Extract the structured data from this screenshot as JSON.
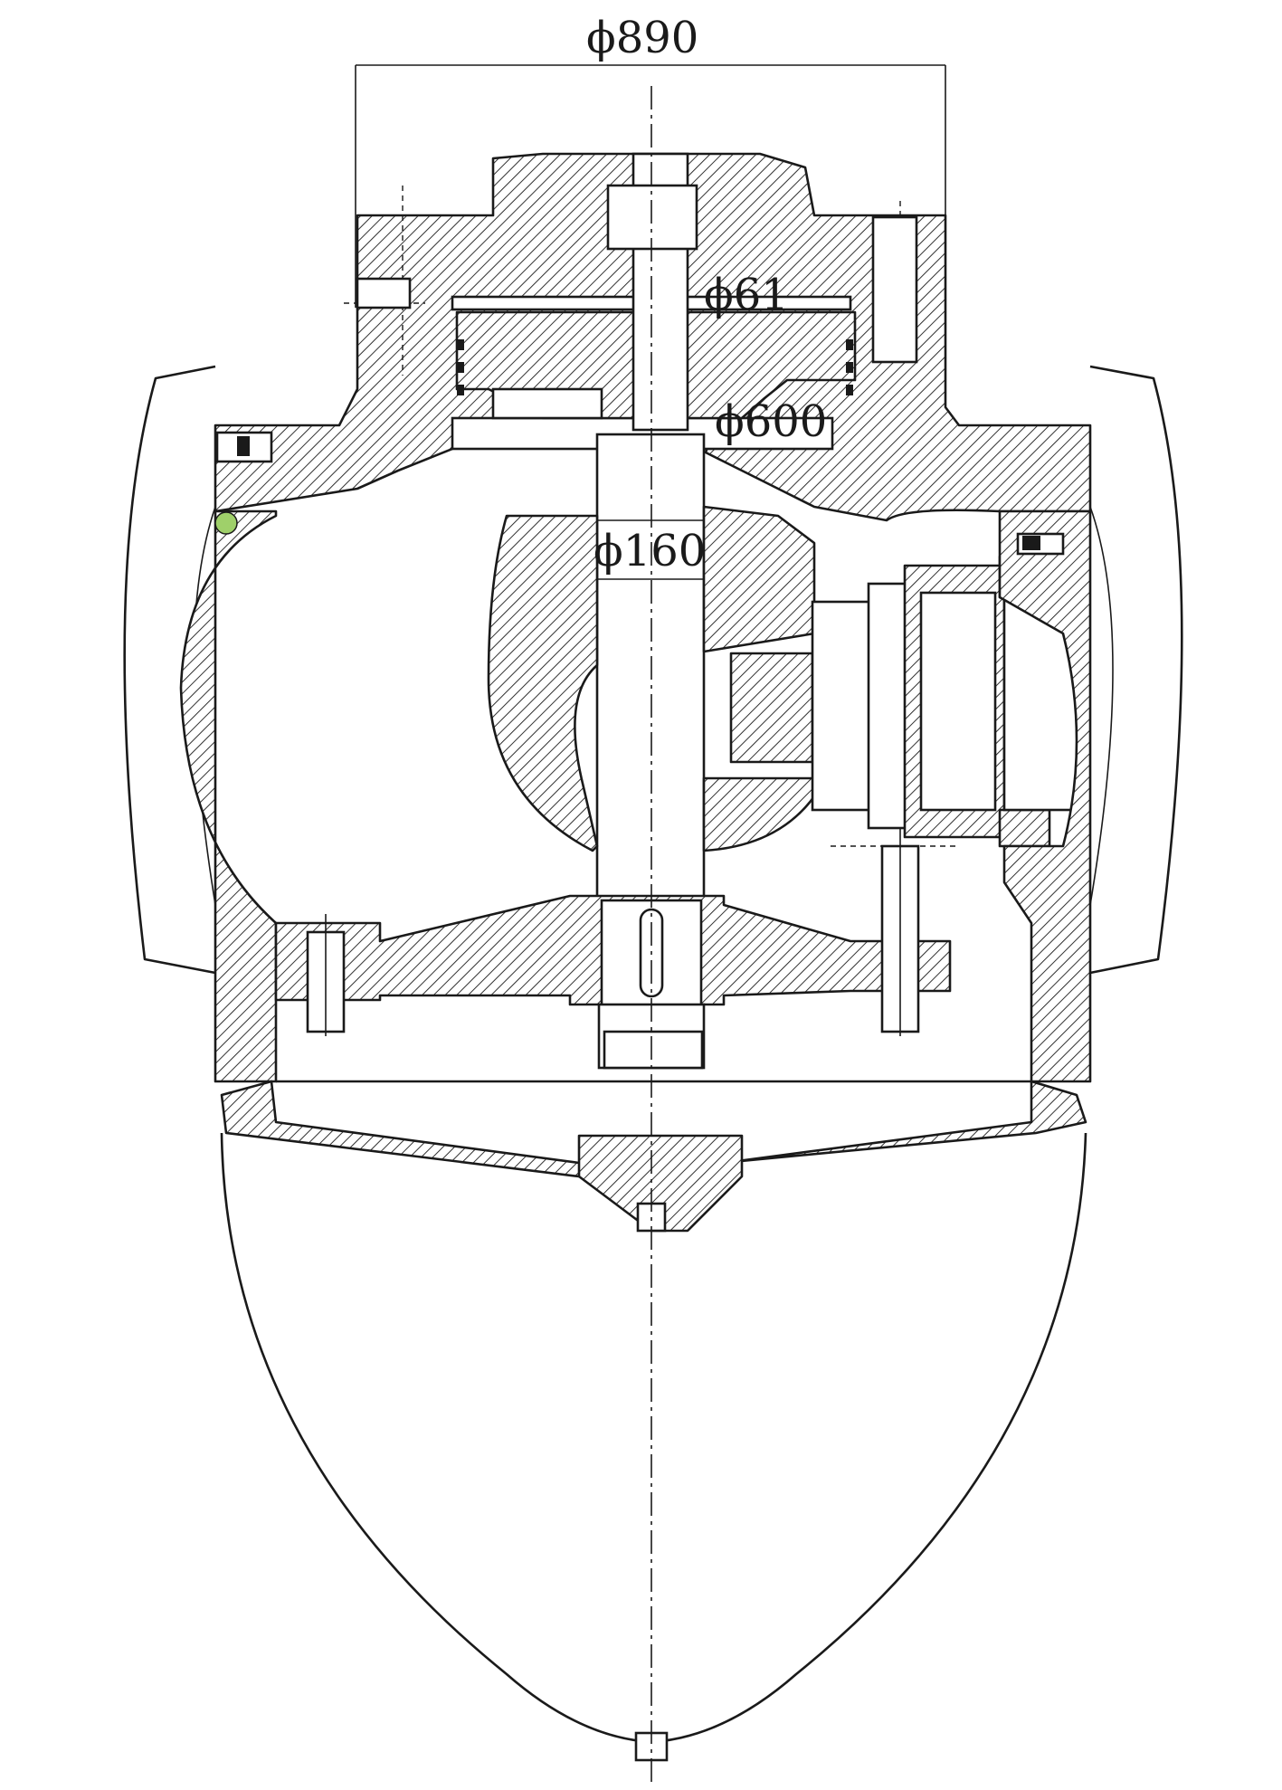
{
  "dimensions": {
    "overall_diameter": "ϕ890",
    "shaft_bore": "ϕ61",
    "flange_diameter": "ϕ600",
    "shaft_diameter": "ϕ160"
  },
  "colors": {
    "line": "#1a1a1a",
    "hatch": "#1a1a1a",
    "accent": "#9fd06a"
  }
}
